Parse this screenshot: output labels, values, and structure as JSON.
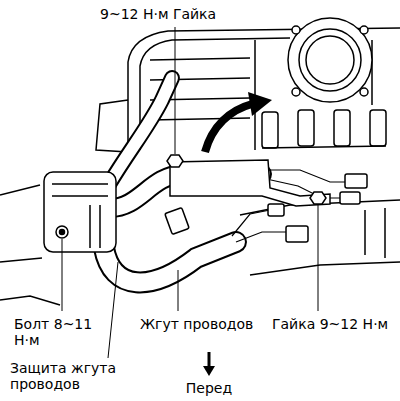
{
  "diagram": {
    "labels": [
      "9~12 Н·м Гайка",
      "Болт 8~11 Н·м",
      "Жгут проводов",
      "Гайка 9~12 Н·м",
      "Защита жгута проводов",
      "Перед"
    ]
  }
}
